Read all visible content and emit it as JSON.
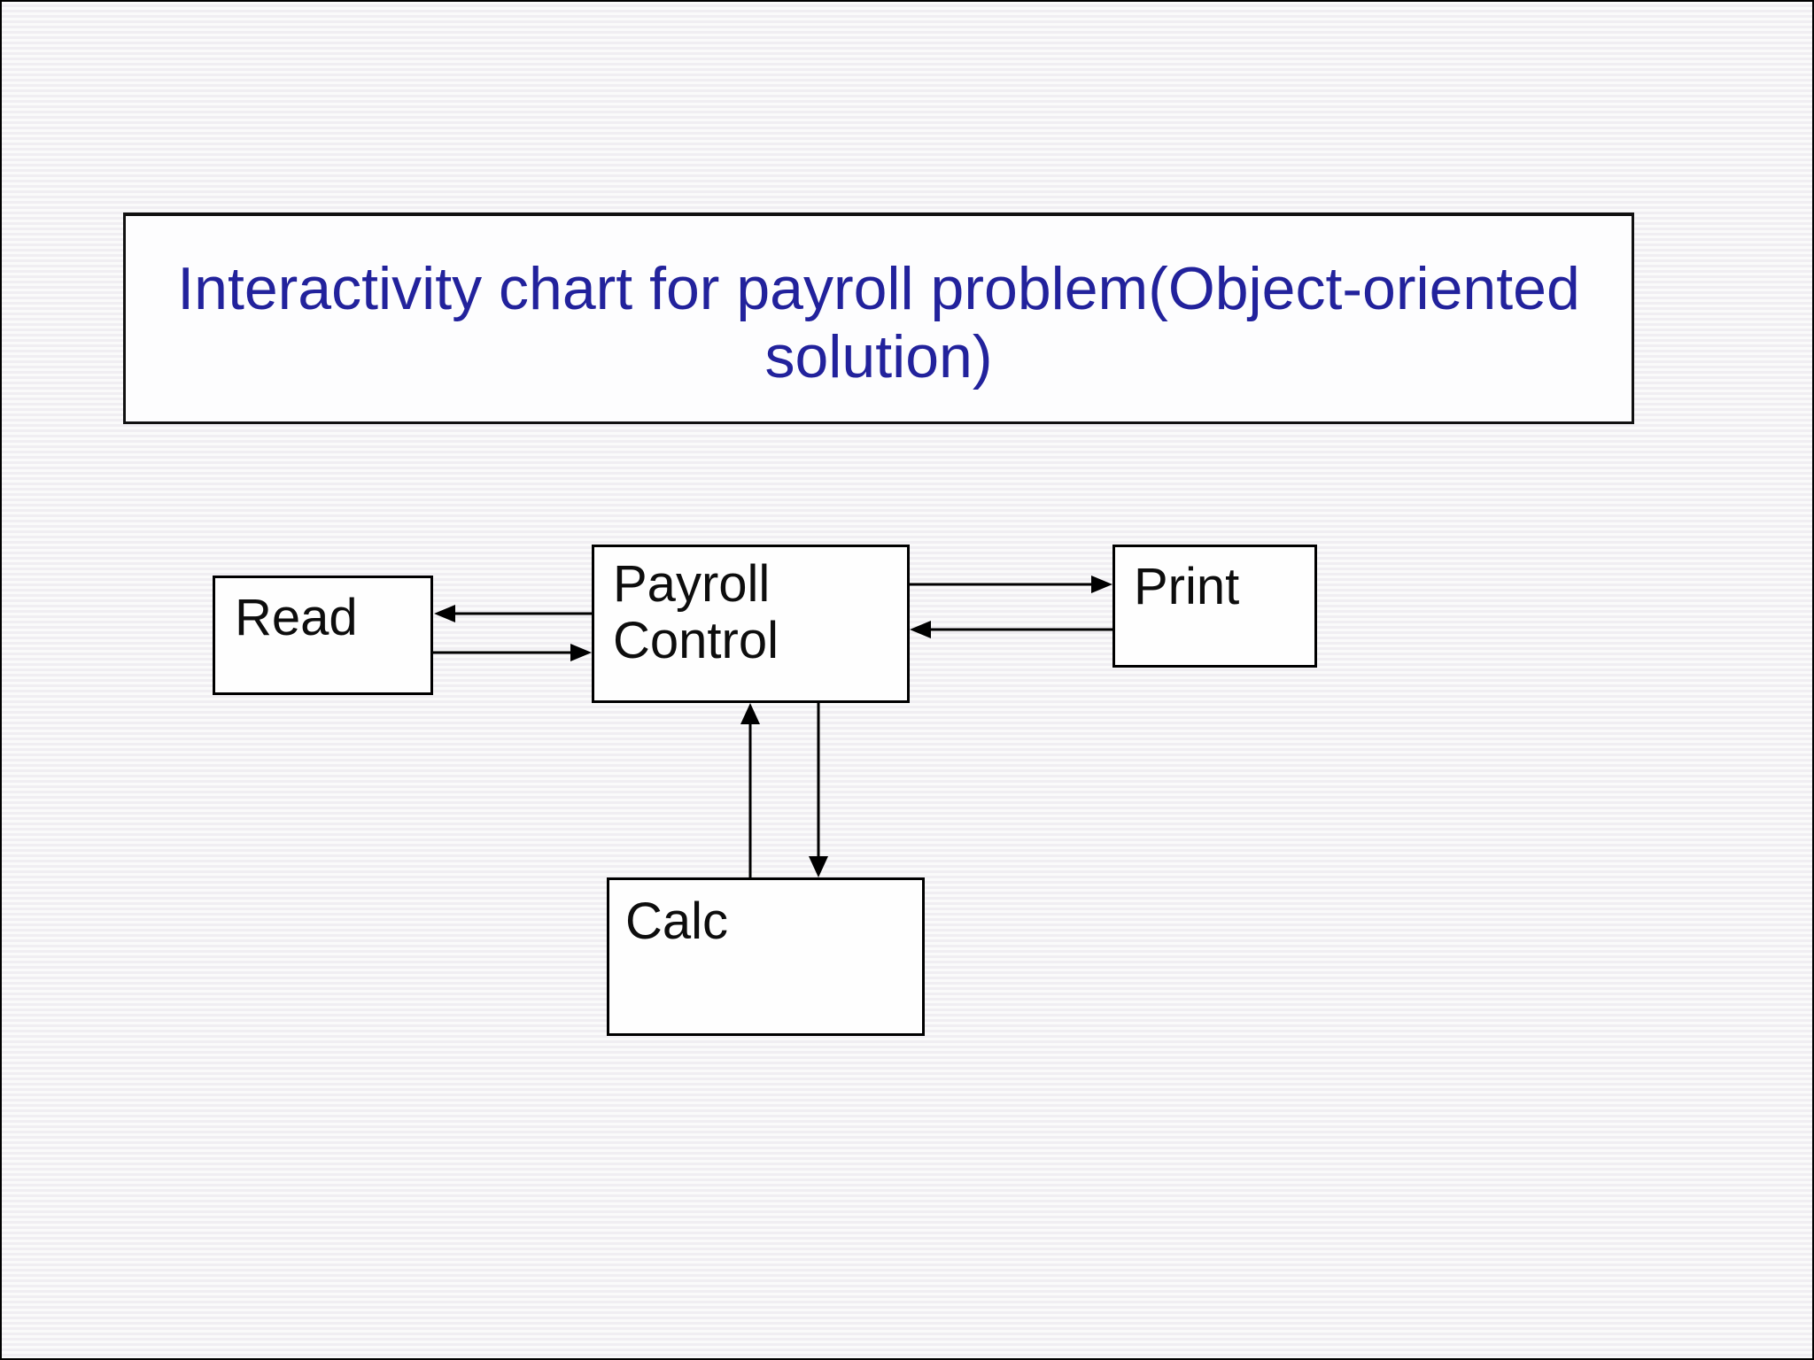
{
  "slide": {
    "title": "Interactivity chart for payroll problem(Object-oriented solution)",
    "title_color": "#22229c",
    "background_color": "#f5f4f6",
    "box_fill_color": "#fefefe",
    "box_border_color": "#000000",
    "label_color": "#0d0d0d"
  },
  "diagram": {
    "type": "interactivity-chart",
    "nodes": [
      {
        "id": "read",
        "label": "Read"
      },
      {
        "id": "payroll_control",
        "label": "Payroll Control"
      },
      {
        "id": "print",
        "label": "Print"
      },
      {
        "id": "calc",
        "label": "Calc"
      }
    ],
    "edges": [
      {
        "from": "payroll_control",
        "to": "read"
      },
      {
        "from": "read",
        "to": "payroll_control"
      },
      {
        "from": "payroll_control",
        "to": "print"
      },
      {
        "from": "print",
        "to": "payroll_control"
      },
      {
        "from": "calc",
        "to": "payroll_control"
      },
      {
        "from": "payroll_control",
        "to": "calc"
      }
    ],
    "arrow_color": "#000000"
  }
}
